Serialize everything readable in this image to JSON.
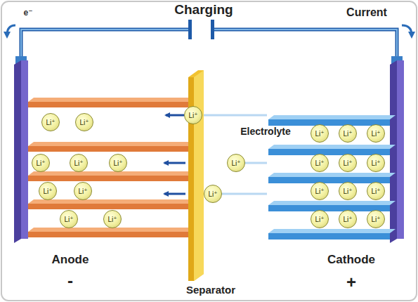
{
  "diagram": {
    "nodes": [
      {
        "text": [
          "Li⁺"
        ]
      },
      {
        "text": [
          "Li⁺"
        ]
      },
      {
        "text": [
          "Li⁺"
        ]
      },
      {
        "text": [
          "Li⁺"
        ]
      },
      {
        "text": [
          "Li⁺"
        ]
      },
      {
        "text": [
          "Li⁺"
        ]
      },
      {
        "text": [
          "Li⁺"
        ]
      },
      {
        "text": [
          "Li⁺"
        ]
      },
      {
        "text": [
          "Li⁺"
        ]
      },
      {
        "text": [
          "Li⁺"
        ]
      },
      {
        "text": [
          "Li⁺"
        ]
      },
      {
        "text": [
          "Li⁺"
        ]
      },
      {
        "text": [
          "Li⁺"
        ]
      },
      {
        "text": [
          "Li⁺"
        ]
      },
      {
        "text": [
          "Li⁺"
        ]
      },
      {
        "text": [
          "Li⁺"
        ]
      },
      {
        "text": [
          "Li⁺"
        ]
      },
      {
        "text": [
          "Li⁺"
        ]
      },
      {
        "text": [
          "Li⁺"
        ]
      },
      {
        "text": [
          "Li⁺"
        ]
      },
      {
        "text": [
          "Li⁺"
        ]
      },
      {
        "text": [
          "Li⁺"
        ]
      },
      {
        "text": [
          "Li⁺"
        ]
      },
      {
        "text": [
          "Li⁺"
        ]
      }
    ],
    "labels": [
      "e⁻",
      "Charging",
      "Current",
      "Electrolyte",
      "Anode",
      "-",
      "Cathode",
      "+",
      "Separator"
    ]
  }
}
